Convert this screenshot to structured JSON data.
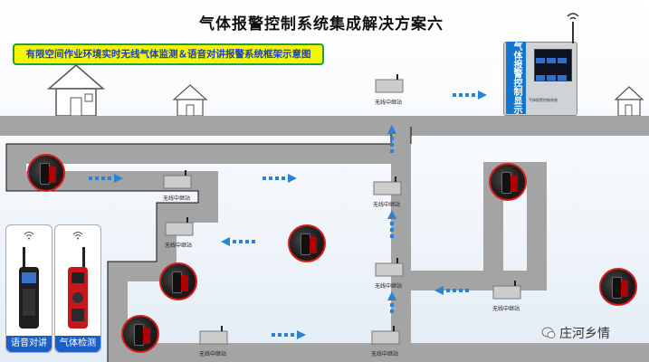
{
  "title": "气体报警控制系统集成解决方案六",
  "subtitle": "有限空间作业环境实时无线气体监测＆语音对讲报警系统框架示意图",
  "relay_label": "无线中继站",
  "cabinet": {
    "side_text": "气体报警控制显示终端",
    "brand_line": "气体报警控制系统"
  },
  "cards": [
    {
      "label": "语音对讲"
    },
    {
      "label": "气体检测"
    }
  ],
  "watermark": "庄河乡情",
  "colors": {
    "ground": "#a4a4a4",
    "subtitle_bg": "#f4f600",
    "subtitle_text": "#1b3fc4",
    "arrow": "#2a82d4",
    "person_ring": "#d41e1e",
    "cabinet_strip": "#1475d0"
  }
}
